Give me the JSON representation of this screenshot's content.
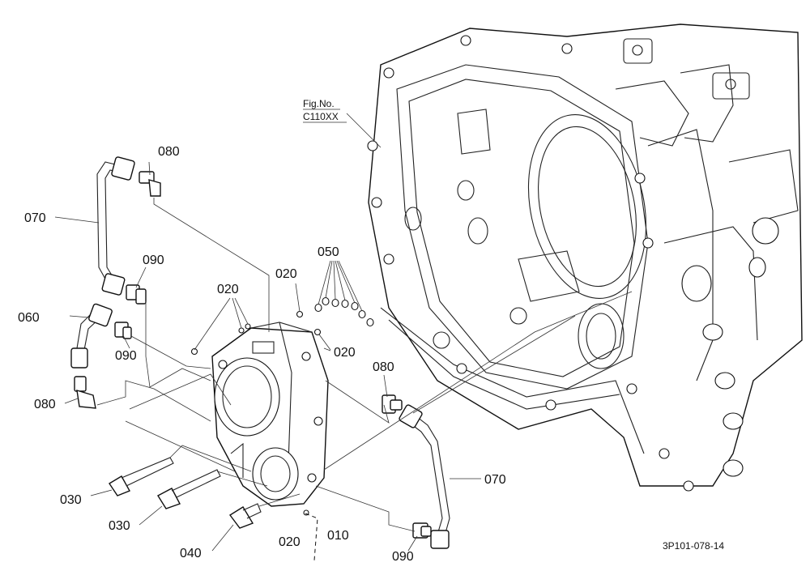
{
  "figure": {
    "fig_ref": [
      "Fig.No.",
      "C110XX"
    ],
    "drawing_code": "3P101-078-14",
    "callouts": {
      "c010": "010",
      "c020a": "020",
      "c020b": "020",
      "c020c": "020",
      "c020d": "020",
      "c030a": "030",
      "c030b": "030",
      "c040": "040",
      "c050": "050",
      "c060": "060",
      "c070a": "070",
      "c070b": "070",
      "c080a": "080",
      "c080b": "080",
      "c080c": "080",
      "c090a": "090",
      "c090b": "090",
      "c090c": "090"
    }
  }
}
